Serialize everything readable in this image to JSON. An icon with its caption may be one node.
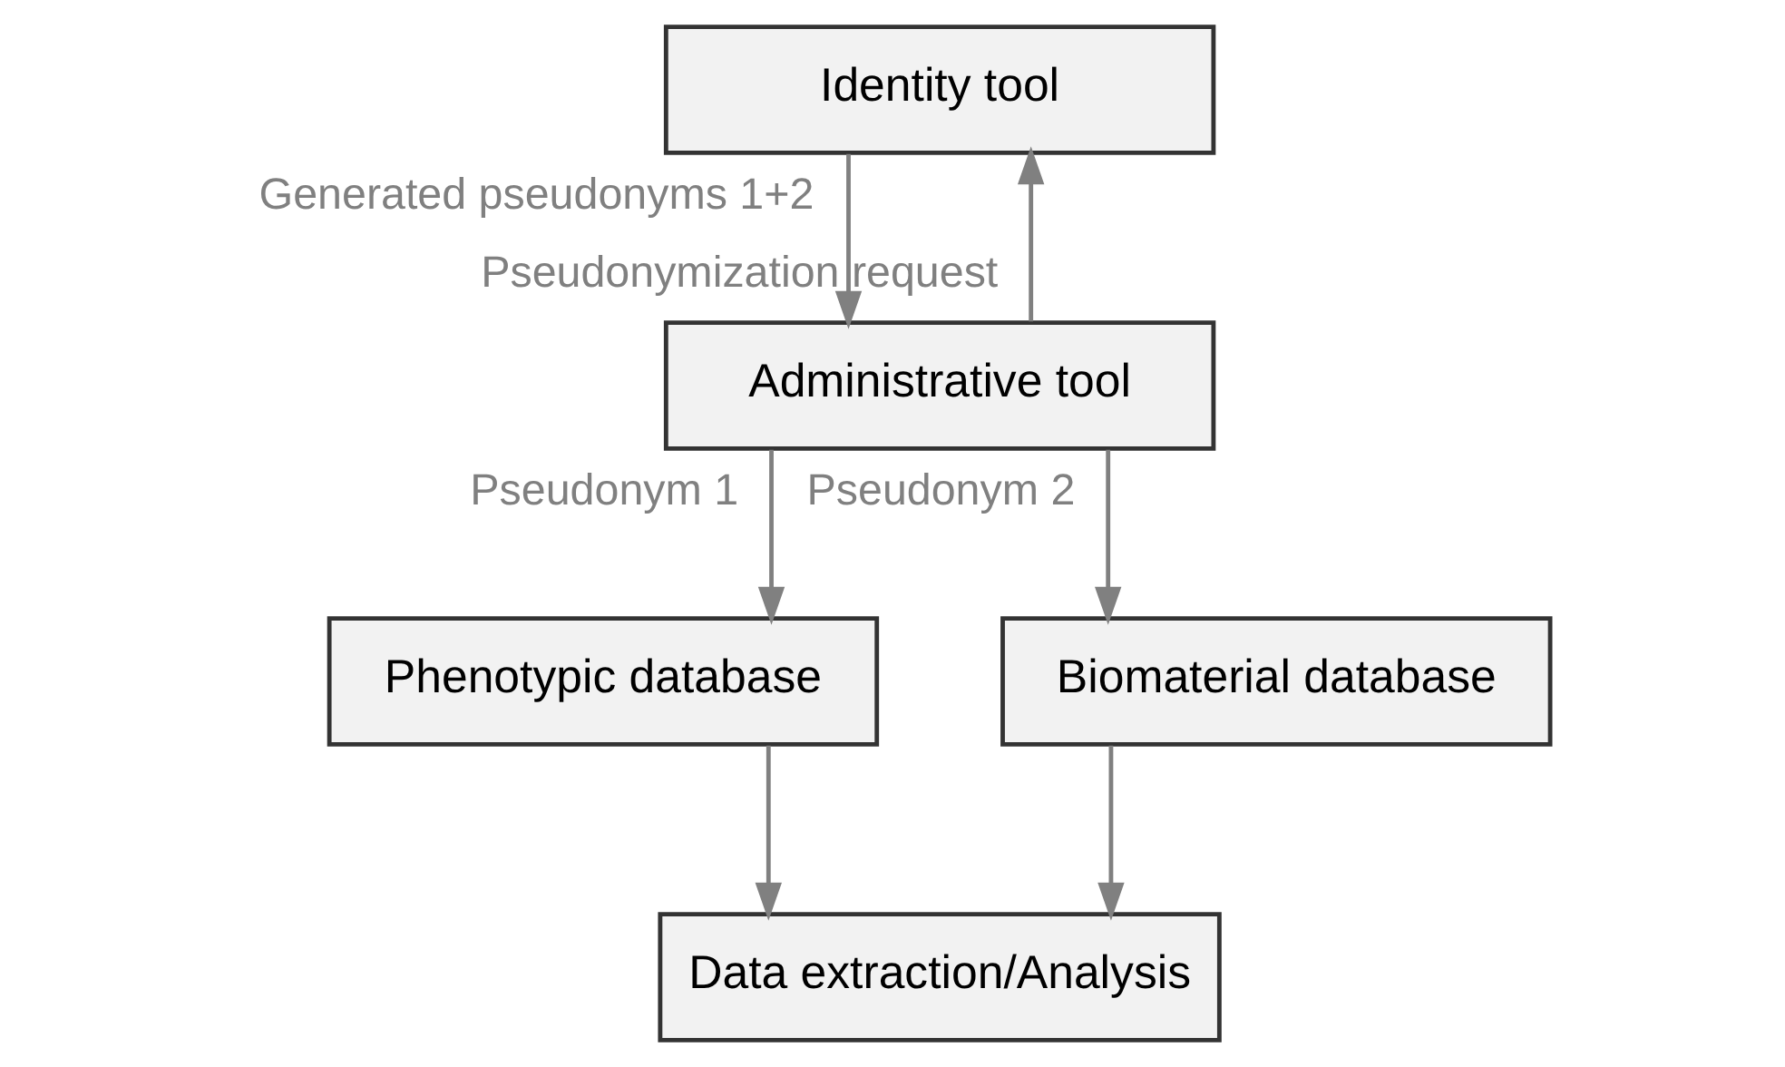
{
  "diagram": {
    "nodes": [
      {
        "text": [
          "Identity tool"
        ]
      },
      {
        "text": [
          "Administrative tool"
        ]
      },
      {
        "text": [
          "Phenotypic database"
        ]
      },
      {
        "text": [
          "Biomaterial database"
        ]
      },
      {
        "text": [
          "Data extraction/Analysis"
        ]
      }
    ],
    "edges": [
      {
        "from": 1,
        "to": 0,
        "arrow": "to",
        "label": "Pseudonymization request"
      },
      {
        "from": 0,
        "to": 1,
        "arrow": "to",
        "label": "Generated pseudonyms 1+2"
      },
      {
        "from": 1,
        "to": 2,
        "arrow": "to",
        "label": "Pseudonym 1"
      },
      {
        "from": 1,
        "to": 3,
        "arrow": "to",
        "label": "Pseudonym 2"
      },
      {
        "from": 2,
        "to": 4,
        "arrow": "to"
      },
      {
        "from": 3,
        "to": 4,
        "arrow": "to"
      }
    ]
  }
}
